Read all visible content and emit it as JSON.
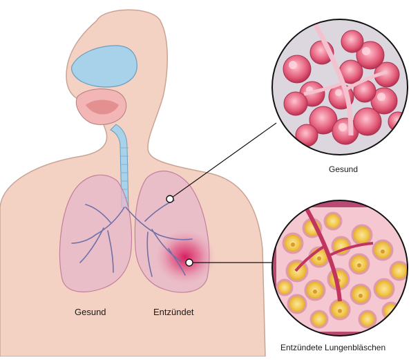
{
  "labels": {
    "left_lung": "Gesund",
    "right_lung": "Entzündet",
    "healthy_alveoli": "Gesund",
    "inflamed_alveoli": "Entzündete Lungenbläschen"
  },
  "colors": {
    "skin": "#f3d2c4",
    "airway": "#a8d2ea",
    "lung": "#e7b7c9",
    "vessel": "#6f6fa8",
    "healthy_tissue": "#e25a78",
    "inflamed_tissue": "#f1b8c6",
    "pus": "#f1c64b",
    "inflammation": "#d4145a"
  }
}
